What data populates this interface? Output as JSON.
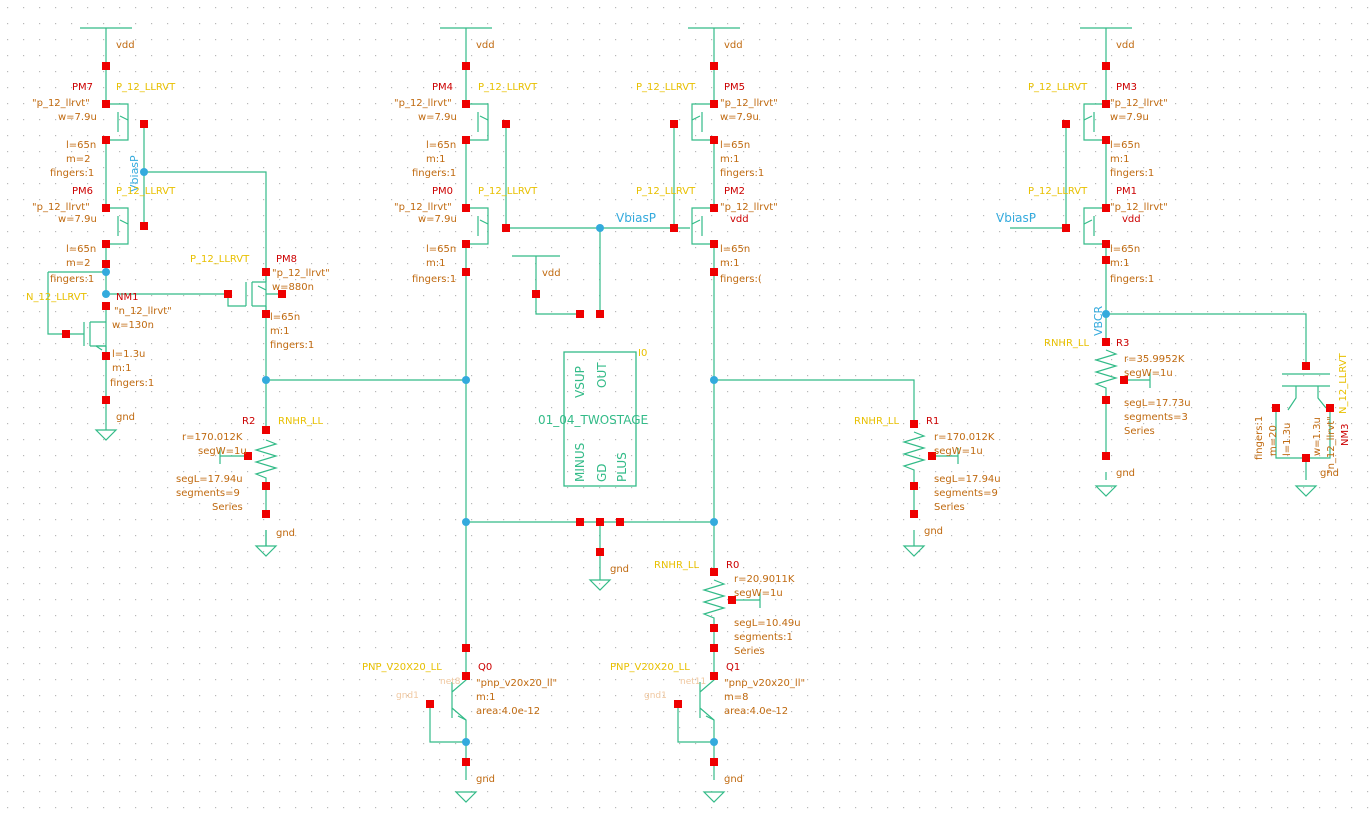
{
  "colors": {
    "wire": "#33bb88",
    "pin": "#ee0000",
    "net": "#33aadd",
    "label": "#c06a10",
    "model": "#e8c000",
    "inst": "#cc0000",
    "grid": "#b8b8b8"
  },
  "supply": {
    "vdd": "vdd",
    "gnd": "gnd",
    "gnd1": "gnd1",
    "vdd_ov": "vdd"
  },
  "nets": {
    "vbiasp": "VbiasP",
    "vbcr": "VBCR"
  },
  "pm7": {
    "name": "PM7",
    "model": "P_12_LLRVT",
    "cell": "\"p_12_llrvt\"",
    "w": "w=7.9u",
    "l": "l=65n",
    "m": "m=2",
    "f": "fingers:1"
  },
  "pm6": {
    "name": "PM6",
    "model": "P_12_LLRVT",
    "cell": "\"p_12_llrvt\"",
    "w": "w=7.9u",
    "l": "l=65n",
    "m": "m=2",
    "f": "fingers:1"
  },
  "nm1": {
    "name": "NM1",
    "model": "N_12_LLRVT",
    "cell": "\"n_12_llrvt\"",
    "w": "w=130n",
    "l": "l=1.3u",
    "m": "m:1",
    "f": "fingers:1"
  },
  "pm8": {
    "name": "PM8",
    "model": "P_12_LLRVT",
    "cell": "\"p_12_llrvt\"",
    "w": "w=880n",
    "l": "l=65n",
    "m": "m:1",
    "f": "fingers:1"
  },
  "pm4": {
    "name": "PM4",
    "model": "P_12_LLRVT",
    "cell": "\"p_12_llrvt\"",
    "w": "w=7.9u",
    "l": "l=65n",
    "m": "m:1",
    "f": "fingers:1"
  },
  "pm0": {
    "name": "PM0",
    "model": "P_12_LLRVT",
    "cell": "\"p_12_llrvt\"",
    "w": "w=7.9u",
    "l": "l=65n",
    "m": "m:1",
    "f": "fingers:1"
  },
  "pm5": {
    "name": "PM5",
    "model": "P_12_LLRVT",
    "cell": "\"p_12_llrvt\"",
    "w": "w=7.9u",
    "l": "l=65n",
    "m": "m:1",
    "f": "fingers:1"
  },
  "pm2": {
    "name": "PM2",
    "model": "P_12_LLRVT",
    "cell": "\"p_12_llrvt\"",
    "w": "w=7.9u",
    "l": "l=65n",
    "m": "m:1",
    "f": "fingers:("
  },
  "pm3": {
    "name": "PM3",
    "model": "P_12_LLRVT",
    "cell": "\"p_12_llrvt\"",
    "w": "w=7.9u",
    "l": "l=65n",
    "m": "m:1",
    "f": "fingers:1"
  },
  "pm1": {
    "name": "PM1",
    "model": "P_12_LLRVT",
    "cell": "\"p_12_llrvt\"",
    "w": "w=7.9u",
    "l": "l=65n",
    "m": "m:1",
    "f": "fingers:1"
  },
  "r2": {
    "name": "R2",
    "model": "RNHR_LL",
    "r": "r=170.012K",
    "segw": "segW=1u",
    "segl": "segL=17.94u",
    "seg": "segments=9",
    "ser": "Series"
  },
  "r1": {
    "name": "R1",
    "model": "RNHR_LL",
    "r": "r=170.012K",
    "segw": "segW=1u",
    "segl": "segL=17.94u",
    "seg": "segments=9",
    "ser": "Series"
  },
  "r0": {
    "name": "R0",
    "model": "RNHR_LL",
    "r": "r=20.9011K",
    "segw": "segW=1u",
    "segl": "segL=10.49u",
    "seg": "segments:1",
    "ser": "Series"
  },
  "r3": {
    "name": "R3",
    "model": "RNHR_LL",
    "r": "r=35.9952K",
    "segw": "segW=1u",
    "segl": "segL=17.73u",
    "seg": "segments=3",
    "ser": "Series"
  },
  "q0": {
    "name": "Q0",
    "model": "PNP_V20X20_LL",
    "cell": "\"pnp_v20x20_ll\"",
    "m": "m:1",
    "area": "area:4.0e-12",
    "pin": "net8"
  },
  "q1": {
    "name": "Q1",
    "model": "PNP_V20X20_LL",
    "cell": "\"pnp_v20x20_ll\"",
    "m": "m=8",
    "area": "area:4.0e-12",
    "pin": "net11"
  },
  "nm3": {
    "name": "NM3",
    "model": "N_12_LLRVT",
    "cell": "\"n_12_llrvt\"",
    "w": "w=1.3u",
    "l": "l=1.3u",
    "m": "m=20",
    "f": "fingers:1"
  },
  "amp": {
    "name": "I0",
    "cell": "01_04_TWOSTAGE",
    "vsup": "VSUP",
    "out": "OUT",
    "minus": "MINUS",
    "gd": "GD",
    "plus": "PLUS"
  }
}
